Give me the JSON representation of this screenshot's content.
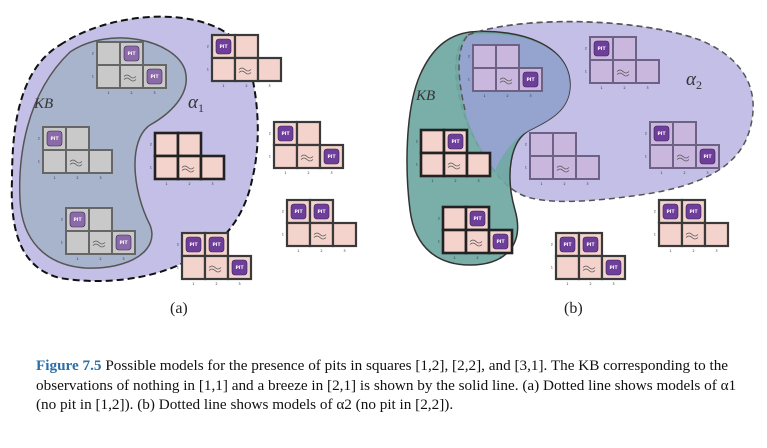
{
  "panels": [
    {
      "id": "a",
      "label": "(a)",
      "kb_label": "KB",
      "alpha_symbol": "α",
      "alpha_sub": "1"
    },
    {
      "id": "b",
      "label": "(b)",
      "kb_label": "KB",
      "alpha_symbol": "α",
      "alpha_sub": "2"
    }
  ],
  "pit_text": "PIT",
  "coord_labels": {
    "col1": "1",
    "col2": "2",
    "col3": "3",
    "row1": "1",
    "row2": "2"
  },
  "colors": {
    "alpha_fill": "#c3bfe6",
    "kb_fill_a": "#a7b4cc",
    "kb_fill_b": "#6ea7a2",
    "cell_pink": "#f4d3cc",
    "cell_gray": "#c9c9c9",
    "cell_lavender": "#c9b7de",
    "pit_purple": "#6d3f9b",
    "caption_label": "#2a6fa8"
  },
  "caption": {
    "label": "Figure 7.5",
    "text": "Possible models for the presence of pits in squares [1,2], [2,2], and [3,1]. The KB corresponding to the observations of nothing in [1,1] and a breeze in [2,1] is shown by the solid line. (a) Dotted line shows models of α1 (no pit in [1,2]). (b) Dotted line shows models of α2 (no pit in [2,2])."
  }
}
